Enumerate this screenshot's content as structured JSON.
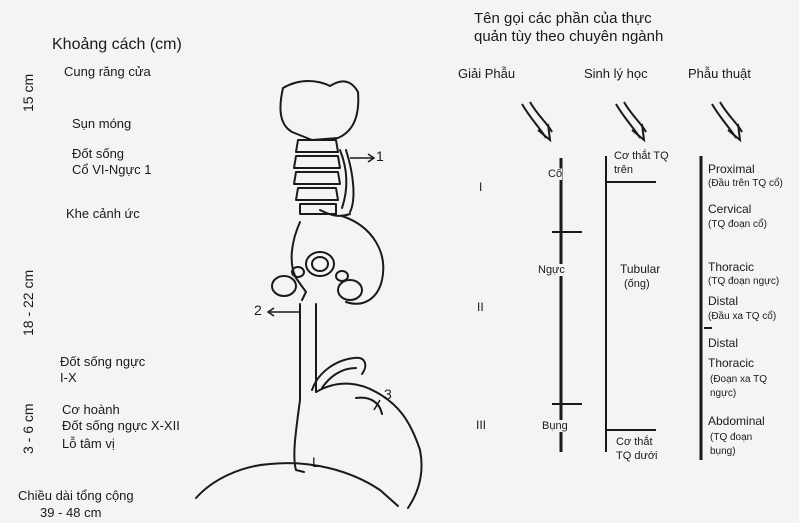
{
  "left": {
    "heading": "Khoảng cách (cm)",
    "landmarks": [
      "Cung răng cửa",
      "Sụn móng",
      "Đốt sống",
      "Cổ VI-Ngực 1",
      "Khe cảnh ức",
      "Đốt sống ngực",
      "I-X",
      "Cơ hoành",
      "Đốt sống ngực X-XII",
      "Lỗ tâm vị"
    ],
    "distances": [
      "15 cm",
      "18 - 22 cm",
      "3 - 6 cm"
    ],
    "total_label": "Chiều dài tổng cộng",
    "total_value": "39 - 48 cm"
  },
  "figure": {
    "labels": [
      "1",
      "2",
      "3",
      "L"
    ]
  },
  "right": {
    "title_line1": "Tên gọi các phần của thực",
    "title_line2": "quản tùy theo chuyên ngành",
    "col_headers": [
      "Giải Phẫu",
      "Sinh lý học",
      "Phẫu thuật"
    ],
    "roman": [
      "I",
      "II",
      "III"
    ],
    "anatomy": [
      "Cổ",
      "Ngực",
      "Bụng"
    ],
    "physiology": [
      "Cơ thắt TQ",
      "trên",
      "Tubular",
      "(ống)",
      "Cơ thắt",
      "TQ dưới"
    ],
    "surgery": [
      "Proximal",
      "(Đầu trên TQ cổ)",
      "Cervical",
      "(TQ đoạn cổ)",
      "Thoracic",
      "(TQ đoạn ngực)",
      "Distal",
      "(Đầu xa TQ cổ)",
      "Distal",
      "Thoracic",
      "(Đoạn xa TQ",
      "ngực)",
      "Abdominal",
      "(TQ đoạn",
      "bụng)"
    ]
  }
}
